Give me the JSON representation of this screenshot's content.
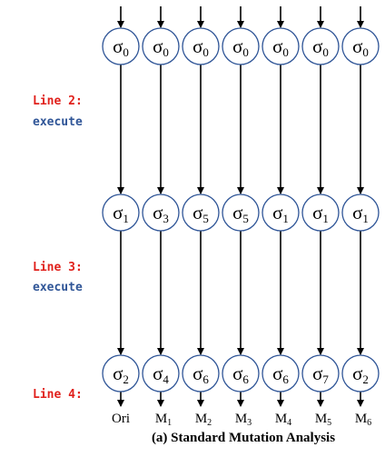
{
  "line_labels": [
    {
      "line": "Line 2:",
      "action": "execute"
    },
    {
      "line": "Line 3:",
      "action": "execute"
    },
    {
      "line": "Line 4:",
      "action": ""
    }
  ],
  "state_symbol": "σ",
  "states": [
    [
      "0",
      "0",
      "0",
      "0",
      "0",
      "0",
      "0"
    ],
    [
      "1",
      "3",
      "5",
      "5",
      "1",
      "1",
      "1"
    ],
    [
      "2",
      "4",
      "6",
      "6",
      "6",
      "7",
      "2"
    ]
  ],
  "columns": [
    {
      "label": "Ori",
      "sub": ""
    },
    {
      "label": "M",
      "sub": "1"
    },
    {
      "label": "M",
      "sub": "2"
    },
    {
      "label": "M",
      "sub": "3"
    },
    {
      "label": "M",
      "sub": "4"
    },
    {
      "label": "M",
      "sub": "5"
    },
    {
      "label": "M",
      "sub": "6"
    }
  ],
  "caption": "(a) Standard Mutation Analysis",
  "colors": {
    "line_label": "#e0201b",
    "action_label": "#2f5597",
    "node_border": "#2f5597",
    "edge": "#000000",
    "text": "#000000"
  }
}
